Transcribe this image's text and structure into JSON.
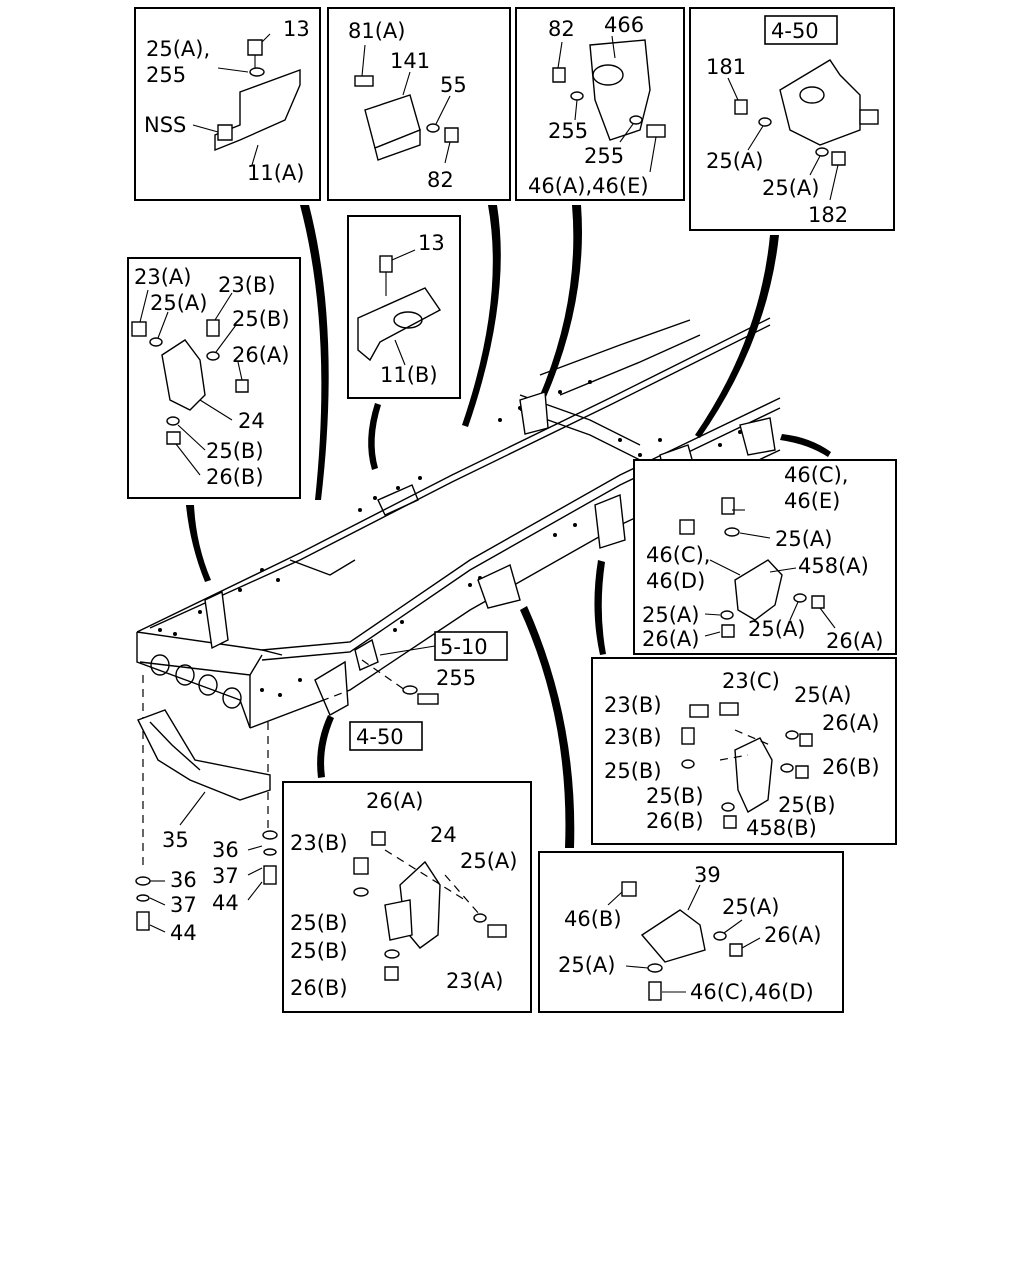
{
  "panels": {
    "p1": {
      "labels": [
        "13",
        "25(A),",
        "255",
        "NSS",
        "11(A)"
      ]
    },
    "p2": {
      "labels": [
        "81(A)",
        "141",
        "55",
        "82"
      ]
    },
    "p3": {
      "labels": [
        "82",
        "466",
        "255",
        "255",
        "46(A),46(E)"
      ]
    },
    "p4": {
      "ref": "4-50",
      "labels": [
        "181",
        "25(A)",
        "25(A)",
        "182"
      ]
    },
    "p5": {
      "labels": [
        "13",
        "11(B)"
      ]
    },
    "p6": {
      "labels": [
        "23(A)",
        "23(B)",
        "25(A)",
        "25(B)",
        "26(A)",
        "24",
        "25(B)",
        "26(B)"
      ]
    },
    "p7": {
      "labels": [
        "46(C),",
        "46(E)",
        "25(A)",
        "46(C),",
        "46(D)",
        "458(A)",
        "25(A)",
        "26(A)",
        "25(A)",
        "26(A)"
      ]
    },
    "p8": {
      "labels": [
        "23(C)",
        "25(A)",
        "23(B)",
        "26(A)",
        "23(B)",
        "25(B)",
        "26(B)",
        "25(B)",
        "25(B)",
        "26(B)",
        "458(B)"
      ]
    },
    "p9": {
      "labels": [
        "26(A)",
        "24",
        "23(B)",
        "25(A)",
        "25(B)",
        "25(B)",
        "26(B)",
        "23(A)"
      ]
    },
    "p10": {
      "labels": [
        "39",
        "46(B)",
        "25(A)",
        "26(A)",
        "25(A)",
        "46(C),46(D)"
      ]
    }
  },
  "main": {
    "ref_510": "5-10",
    "ref_450": "4-50",
    "label_255": "255",
    "crossmember": {
      "labels": [
        "35",
        "36",
        "37",
        "44",
        "36",
        "37",
        "44"
      ]
    }
  }
}
